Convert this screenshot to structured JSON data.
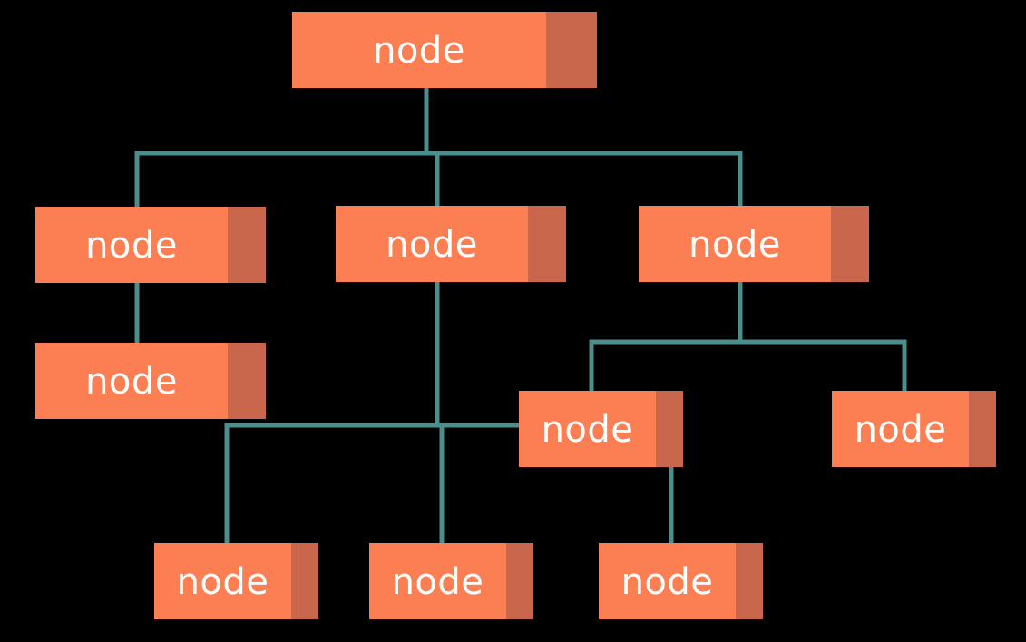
{
  "colors": {
    "background": "#000000",
    "node_face": "#fb7f52",
    "node_side": "#c8674b",
    "node_text": "#ffffff",
    "edge": "#4a8f8c"
  },
  "nodes": [
    {
      "id": "n0",
      "label": "node"
    },
    {
      "id": "n1",
      "label": "node"
    },
    {
      "id": "n2",
      "label": "node"
    },
    {
      "id": "n3",
      "label": "node"
    },
    {
      "id": "n4",
      "label": "node"
    },
    {
      "id": "n5",
      "label": "node"
    },
    {
      "id": "n6",
      "label": "node"
    },
    {
      "id": "n7",
      "label": "node"
    },
    {
      "id": "n8",
      "label": "node"
    },
    {
      "id": "n9",
      "label": "node"
    }
  ],
  "edges": [
    [
      "n0",
      "n1"
    ],
    [
      "n0",
      "n2"
    ],
    [
      "n0",
      "n3"
    ],
    [
      "n1",
      "n4"
    ],
    [
      "n3",
      "n5"
    ],
    [
      "n3",
      "n6"
    ],
    [
      "n2",
      "n7"
    ],
    [
      "n2",
      "n8"
    ],
    [
      "n2",
      "n9"
    ]
  ]
}
